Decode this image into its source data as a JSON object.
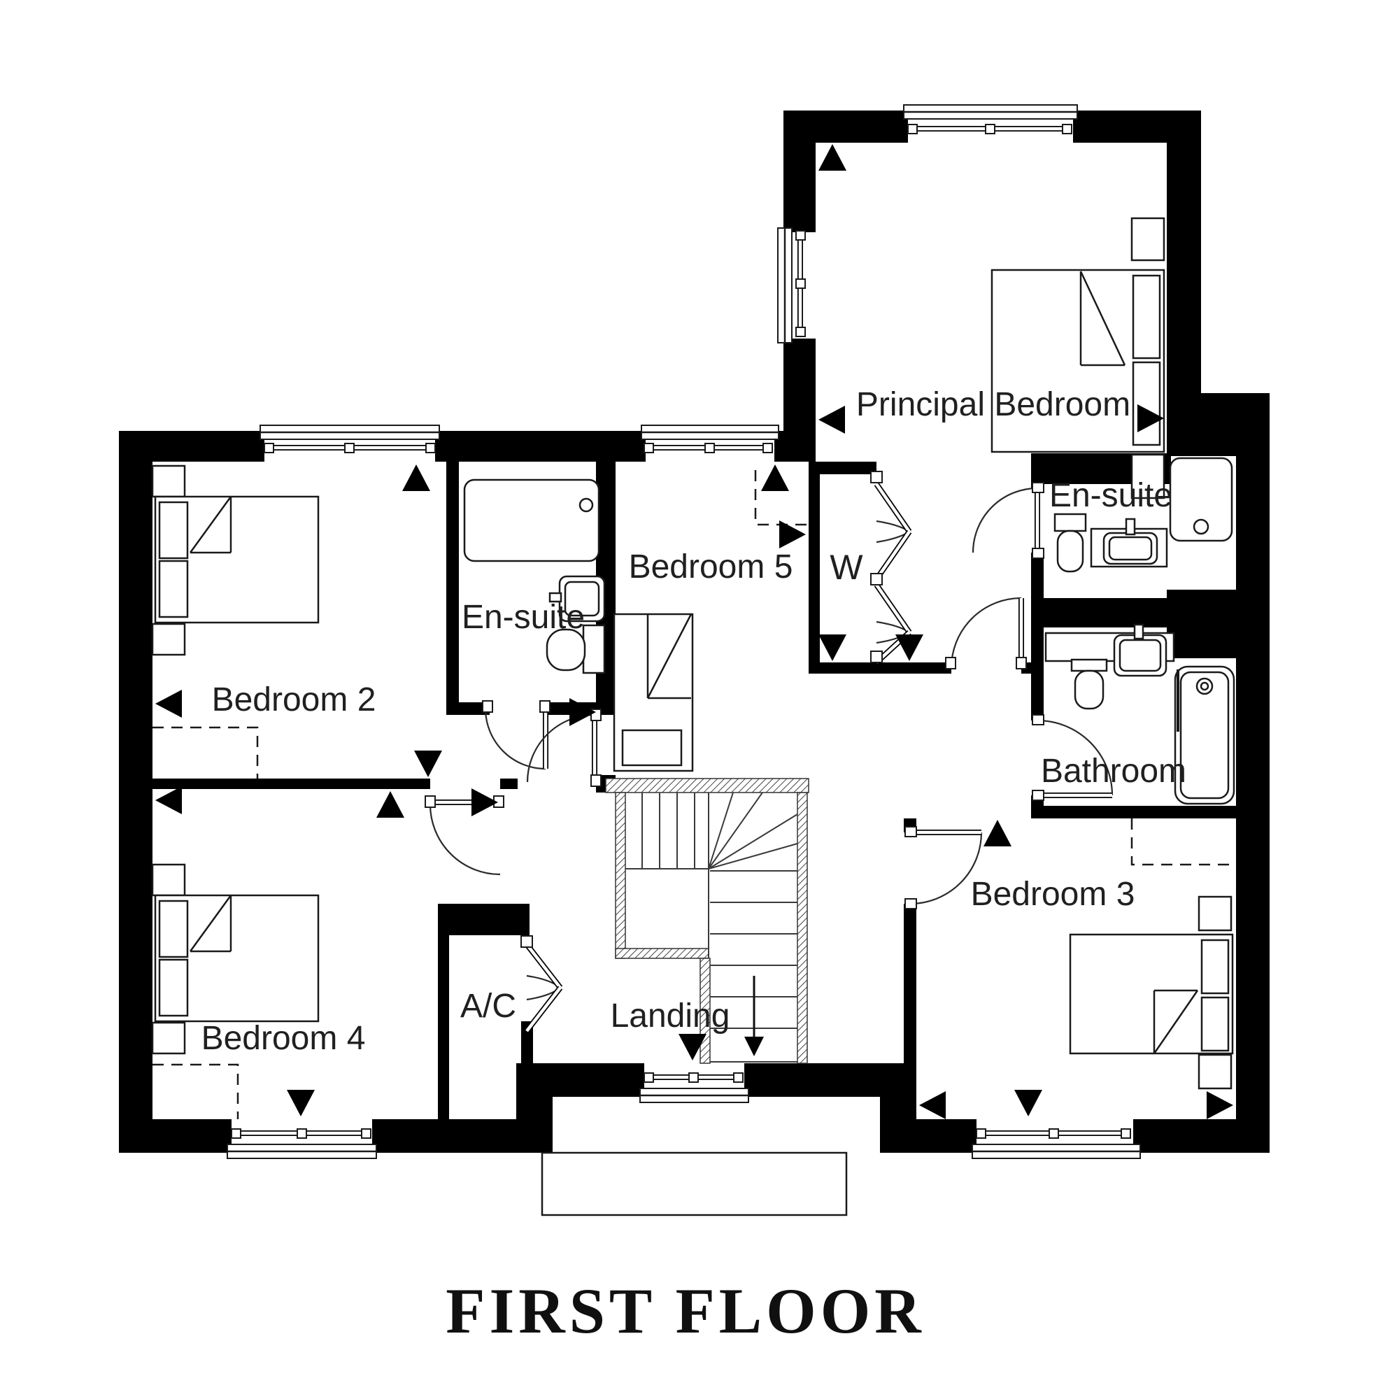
{
  "title": {
    "text": "FIRST FLOOR"
  },
  "plan": {
    "rooms": [
      {
        "id": "principal-bedroom",
        "label": "Principal Bedroom"
      },
      {
        "id": "ensuite-left",
        "label": "En-suite"
      },
      {
        "id": "bedroom-5",
        "label": "Bedroom 5"
      },
      {
        "id": "wardrobe",
        "label": "W"
      },
      {
        "id": "ensuite-right",
        "label": "En-suite"
      },
      {
        "id": "bedroom-2",
        "label": "Bedroom 2"
      },
      {
        "id": "bathroom",
        "label": "Bathroom"
      },
      {
        "id": "bedroom-4",
        "label": "Bedroom 4"
      },
      {
        "id": "ac-cupboard",
        "label": "A/C"
      },
      {
        "id": "landing",
        "label": "Landing"
      },
      {
        "id": "bedroom-3",
        "label": "Bedroom 3"
      }
    ],
    "colors": {
      "wall": "#000000",
      "background": "#ffffff",
      "line": "#1a1a1a",
      "text": "#202020"
    }
  }
}
